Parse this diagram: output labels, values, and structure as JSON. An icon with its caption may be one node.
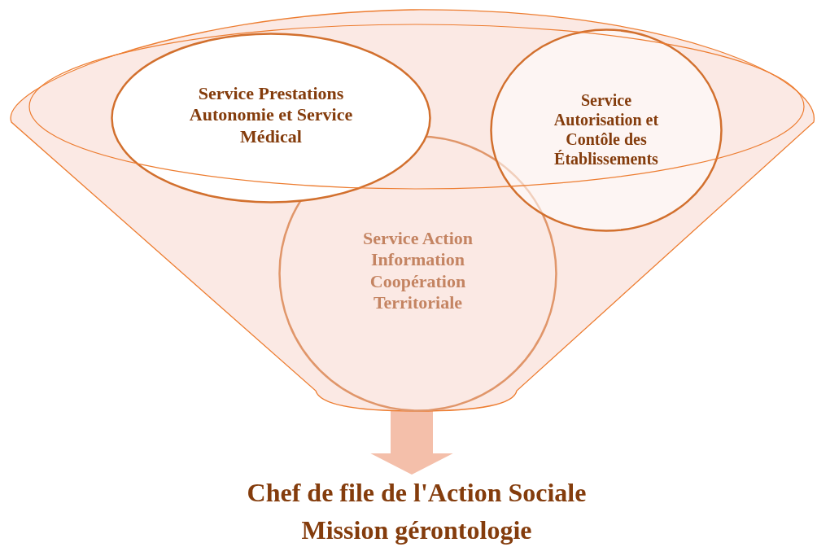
{
  "diagram": {
    "nodes": [
      {
        "text": [],
        "shape": "funnel"
      },
      {
        "text": [
          "Service Prestations Autonomie et Service Médical"
        ],
        "in": 0
      },
      {
        "text": [
          "Service Autorisation et Contôle des Établissements"
        ],
        "in": 0
      },
      {
        "text": [
          "Service Action Information Coopération Territoriale"
        ],
        "in": 0
      },
      {
        "text": [
          "Chef de file de l'Action Sociale",
          "Mission gérontologie"
        ]
      }
    ],
    "edges": [
      {
        "from": 0,
        "to": 4,
        "arrow": "to"
      }
    ]
  }
}
